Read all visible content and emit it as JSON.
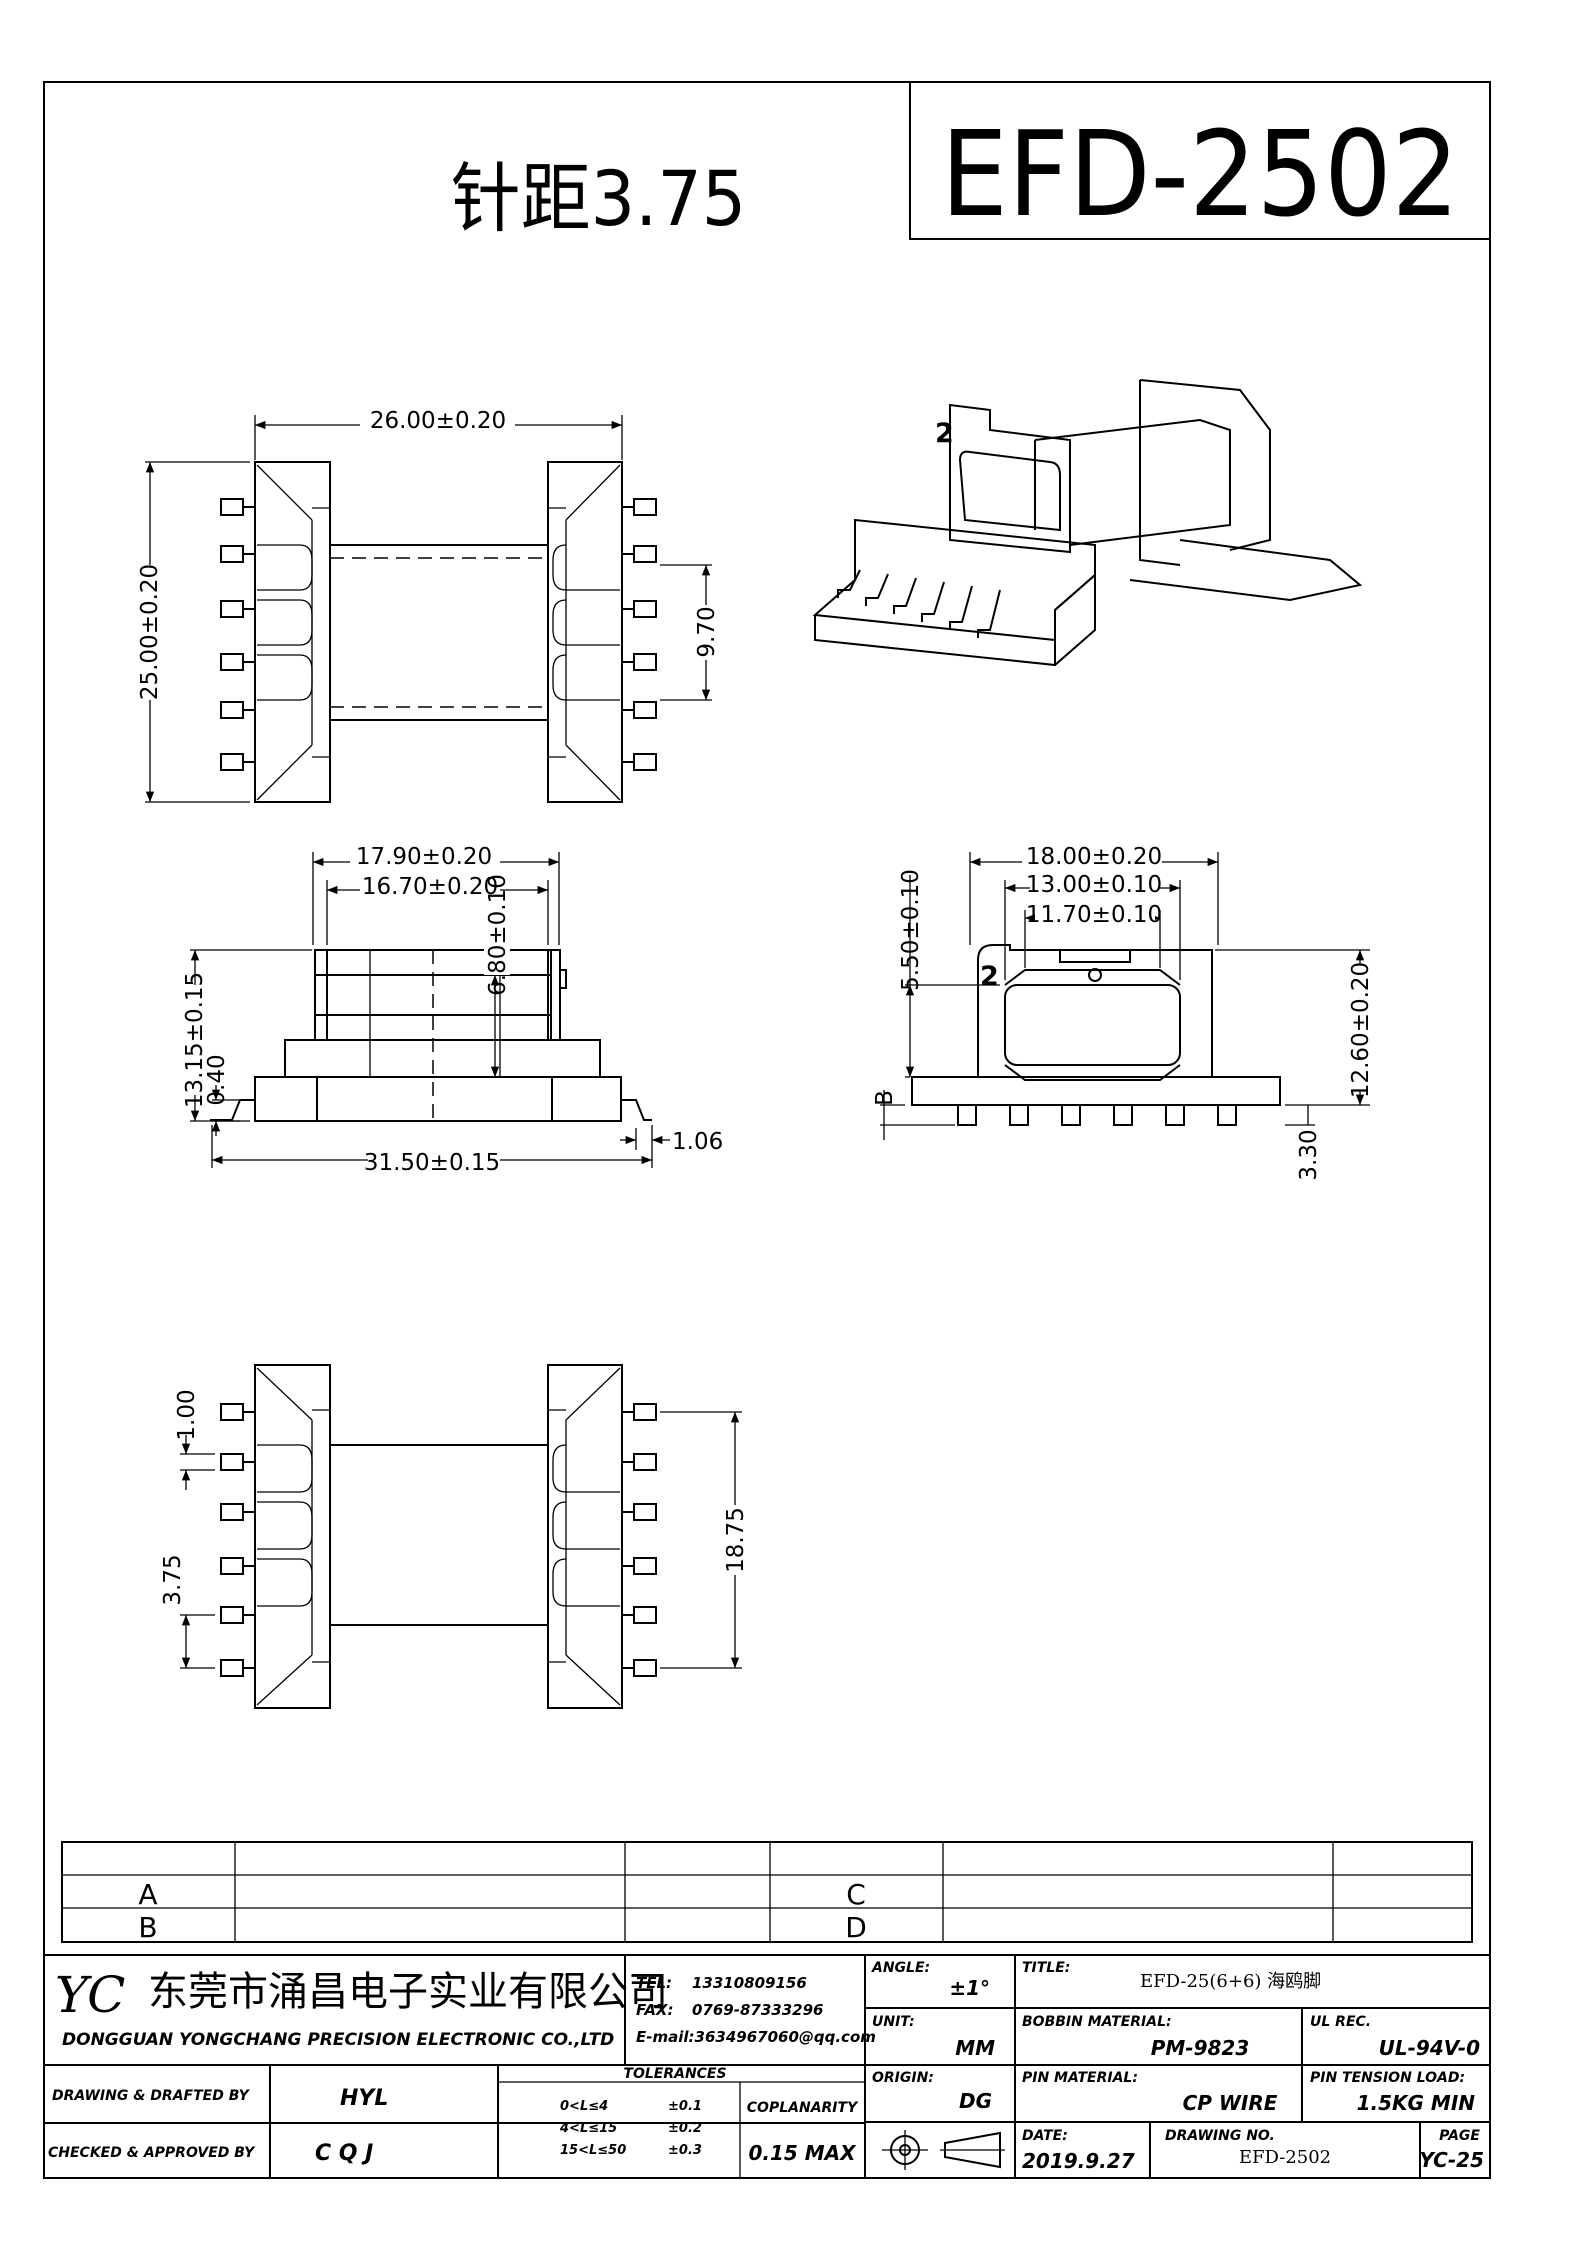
{
  "header": {
    "pitch": "针距3.75",
    "part_no": "EFD-2502"
  },
  "views": {
    "top": {
      "width": "26.00±0.20",
      "height": "25.00±0.20",
      "gap": "9.70"
    },
    "side": {
      "w1": "17.90±0.20",
      "w2": "16.70±0.20",
      "h_inner": "6.80±0.10",
      "h_total": "13.15±0.15",
      "h_base": "0.40",
      "pin_off": "1.06",
      "w_total": "31.50±0.15"
    },
    "front": {
      "w1": "18.00±0.20",
      "w2": "13.00±0.10",
      "w3": "11.70±0.10",
      "h_win": "5.50±0.10",
      "h_total": "12.60±0.20",
      "b_label": "B",
      "pin_h": "3.30",
      "flange_no": "2"
    },
    "iso": {
      "flange_no": "2"
    },
    "bottom": {
      "pin_w": "1.00",
      "pitch": "3.75",
      "span": "18.75"
    }
  },
  "revisions": {
    "a": "A",
    "b": "B",
    "c": "C",
    "d": "D"
  },
  "title_block": {
    "logo": "YC",
    "company_cn": "东莞市涌昌电子实业有限公司",
    "company_en": "DONGGUAN YONGCHANG PRECISION ELECTRONIC CO.,LTD",
    "tel_label": "TEL:",
    "tel": "13310809156",
    "fax_label": "FAX:",
    "fax": "0769-87333296",
    "email": "E-mail:3634967060@qq.com",
    "angle_label": "ANGLE:",
    "angle": "±1°",
    "unit_label": "UNIT:",
    "unit": "MM",
    "origin_label": "ORIGIN:",
    "origin": "DG",
    "title_label": "TITLE:",
    "title": "EFD-25(6+6) 海鸥脚",
    "bobbin_label": "BOBBIN MATERIAL:",
    "bobbin": "PM-9823",
    "ul_label": "UL REC.",
    "ul": "UL-94V-0",
    "pin_mat_label": "PIN MATERIAL:",
    "pin_mat": "CP WIRE",
    "tension_label": "PIN TENSION LOAD:",
    "tension": "1.5KG MIN",
    "date_label": "DATE:",
    "date": "2019.9.27",
    "dwg_label": "DRAWING NO.",
    "dwg": "EFD-2502",
    "page_label": "PAGE",
    "page": "YC-25",
    "drawn_label": "DRAWING & DRAFTED BY",
    "drawn": "HYL",
    "checked_label": "CHECKED & APPROVED BY",
    "checked": "C Q J",
    "tol_label": "TOLERANCES",
    "tol_rows": [
      {
        "range": "0<L≤4",
        "val": "±0.1"
      },
      {
        "range": "4<L≤15",
        "val": "±0.2"
      },
      {
        "range": "15<L≤50",
        "val": "±0.3"
      }
    ],
    "cop_label": "COPLANARITY",
    "cop": "0.15 MAX"
  }
}
